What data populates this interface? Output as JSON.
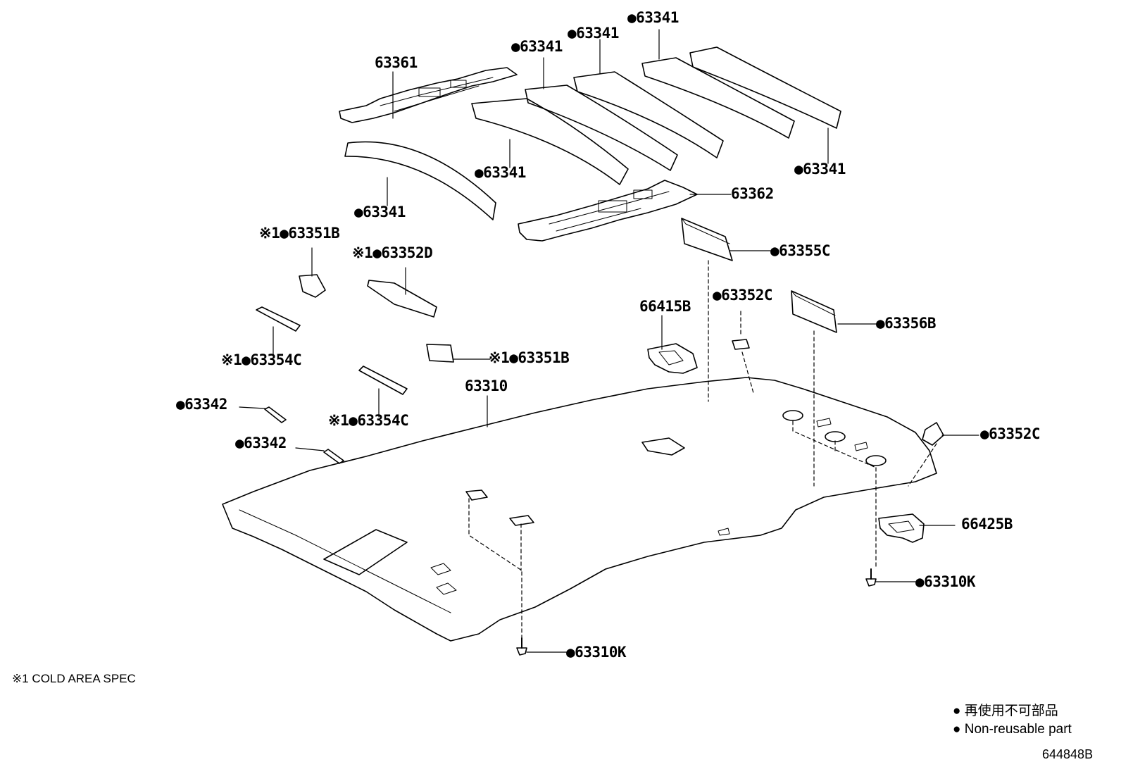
{
  "labels": {
    "top_63341_1": "●63341",
    "top_63341_2": "●63341",
    "top_63341_3": "●63341",
    "p63361": "63361",
    "mid_63341_1": "●63341",
    "mid_63341_2": "●63341",
    "right_63341": "●63341",
    "p63362": "63362",
    "p63355C": "●63355C",
    "p63351B_a": "※1●63351B",
    "p63352D": "※1●63352D",
    "p66415B": "66415B",
    "p63352C_a": "●63352C",
    "p63356B": "●63356B",
    "p63354C_a": "※1●63354C",
    "p63351B_b": "※1●63351B",
    "p63310": "63310",
    "p63342_a": "●63342",
    "p63354C_b": "※1●63354C",
    "p63342_b": "●63342",
    "p63352C_b": "●63352C",
    "p66425B": "66425B",
    "p63310K_a": "●63310K",
    "p63310K_b": "●63310K"
  },
  "footnote": "※1 COLD AREA SPEC",
  "legend": {
    "jp": "● 再使用不可部品",
    "en": "● Non-reusable part"
  },
  "diagram_code": "644848B"
}
